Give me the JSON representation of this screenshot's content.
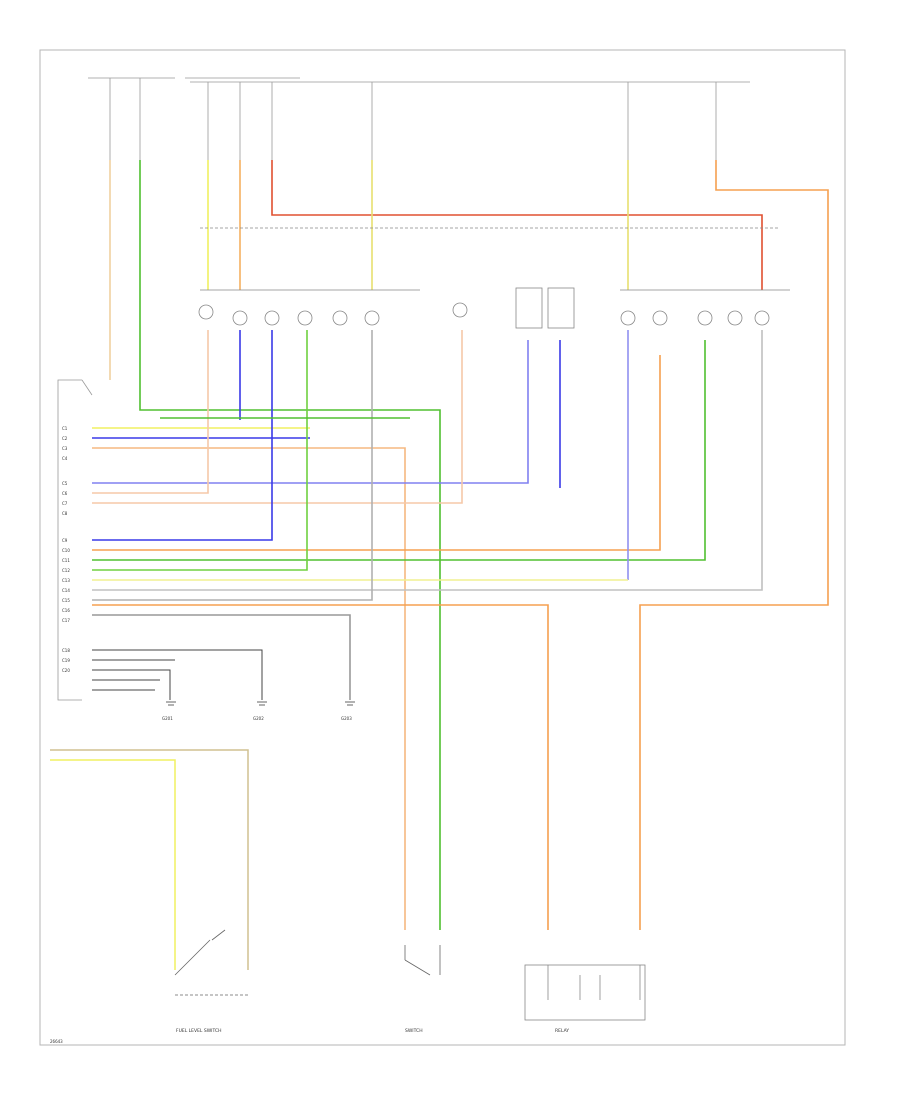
{
  "diagram": {
    "page_code": "26643",
    "colors": {
      "frame": "#aaaaaa",
      "wire_black": "#666666",
      "wire_gray": "#b0b0b0",
      "wire_yellow": "#f0f060",
      "wire_orange": "#f5a050",
      "wire_red": "#e05030",
      "wire_blue": "#3a3ae8",
      "wire_green": "#50c030",
      "wire_lightblue": "#8080f0",
      "wire_tan": "#e8c890"
    },
    "module_connector_labels": [
      "C1",
      "C2",
      "C3",
      "C4",
      "C5",
      "C6",
      "C7",
      "C8",
      "C9",
      "C10",
      "C11",
      "C12",
      "C13",
      "C14",
      "C15",
      "C16",
      "C17",
      "C18",
      "C19",
      "C20"
    ],
    "bottom_components": [
      {
        "id": "left-switch",
        "caption": "FUEL LEVEL SWITCH"
      },
      {
        "id": "middle-switch",
        "caption": "SWITCH"
      },
      {
        "id": "relay-box",
        "caption": "RELAY"
      }
    ],
    "ground_symbols": [
      "G201",
      "G202",
      "G203"
    ]
  }
}
